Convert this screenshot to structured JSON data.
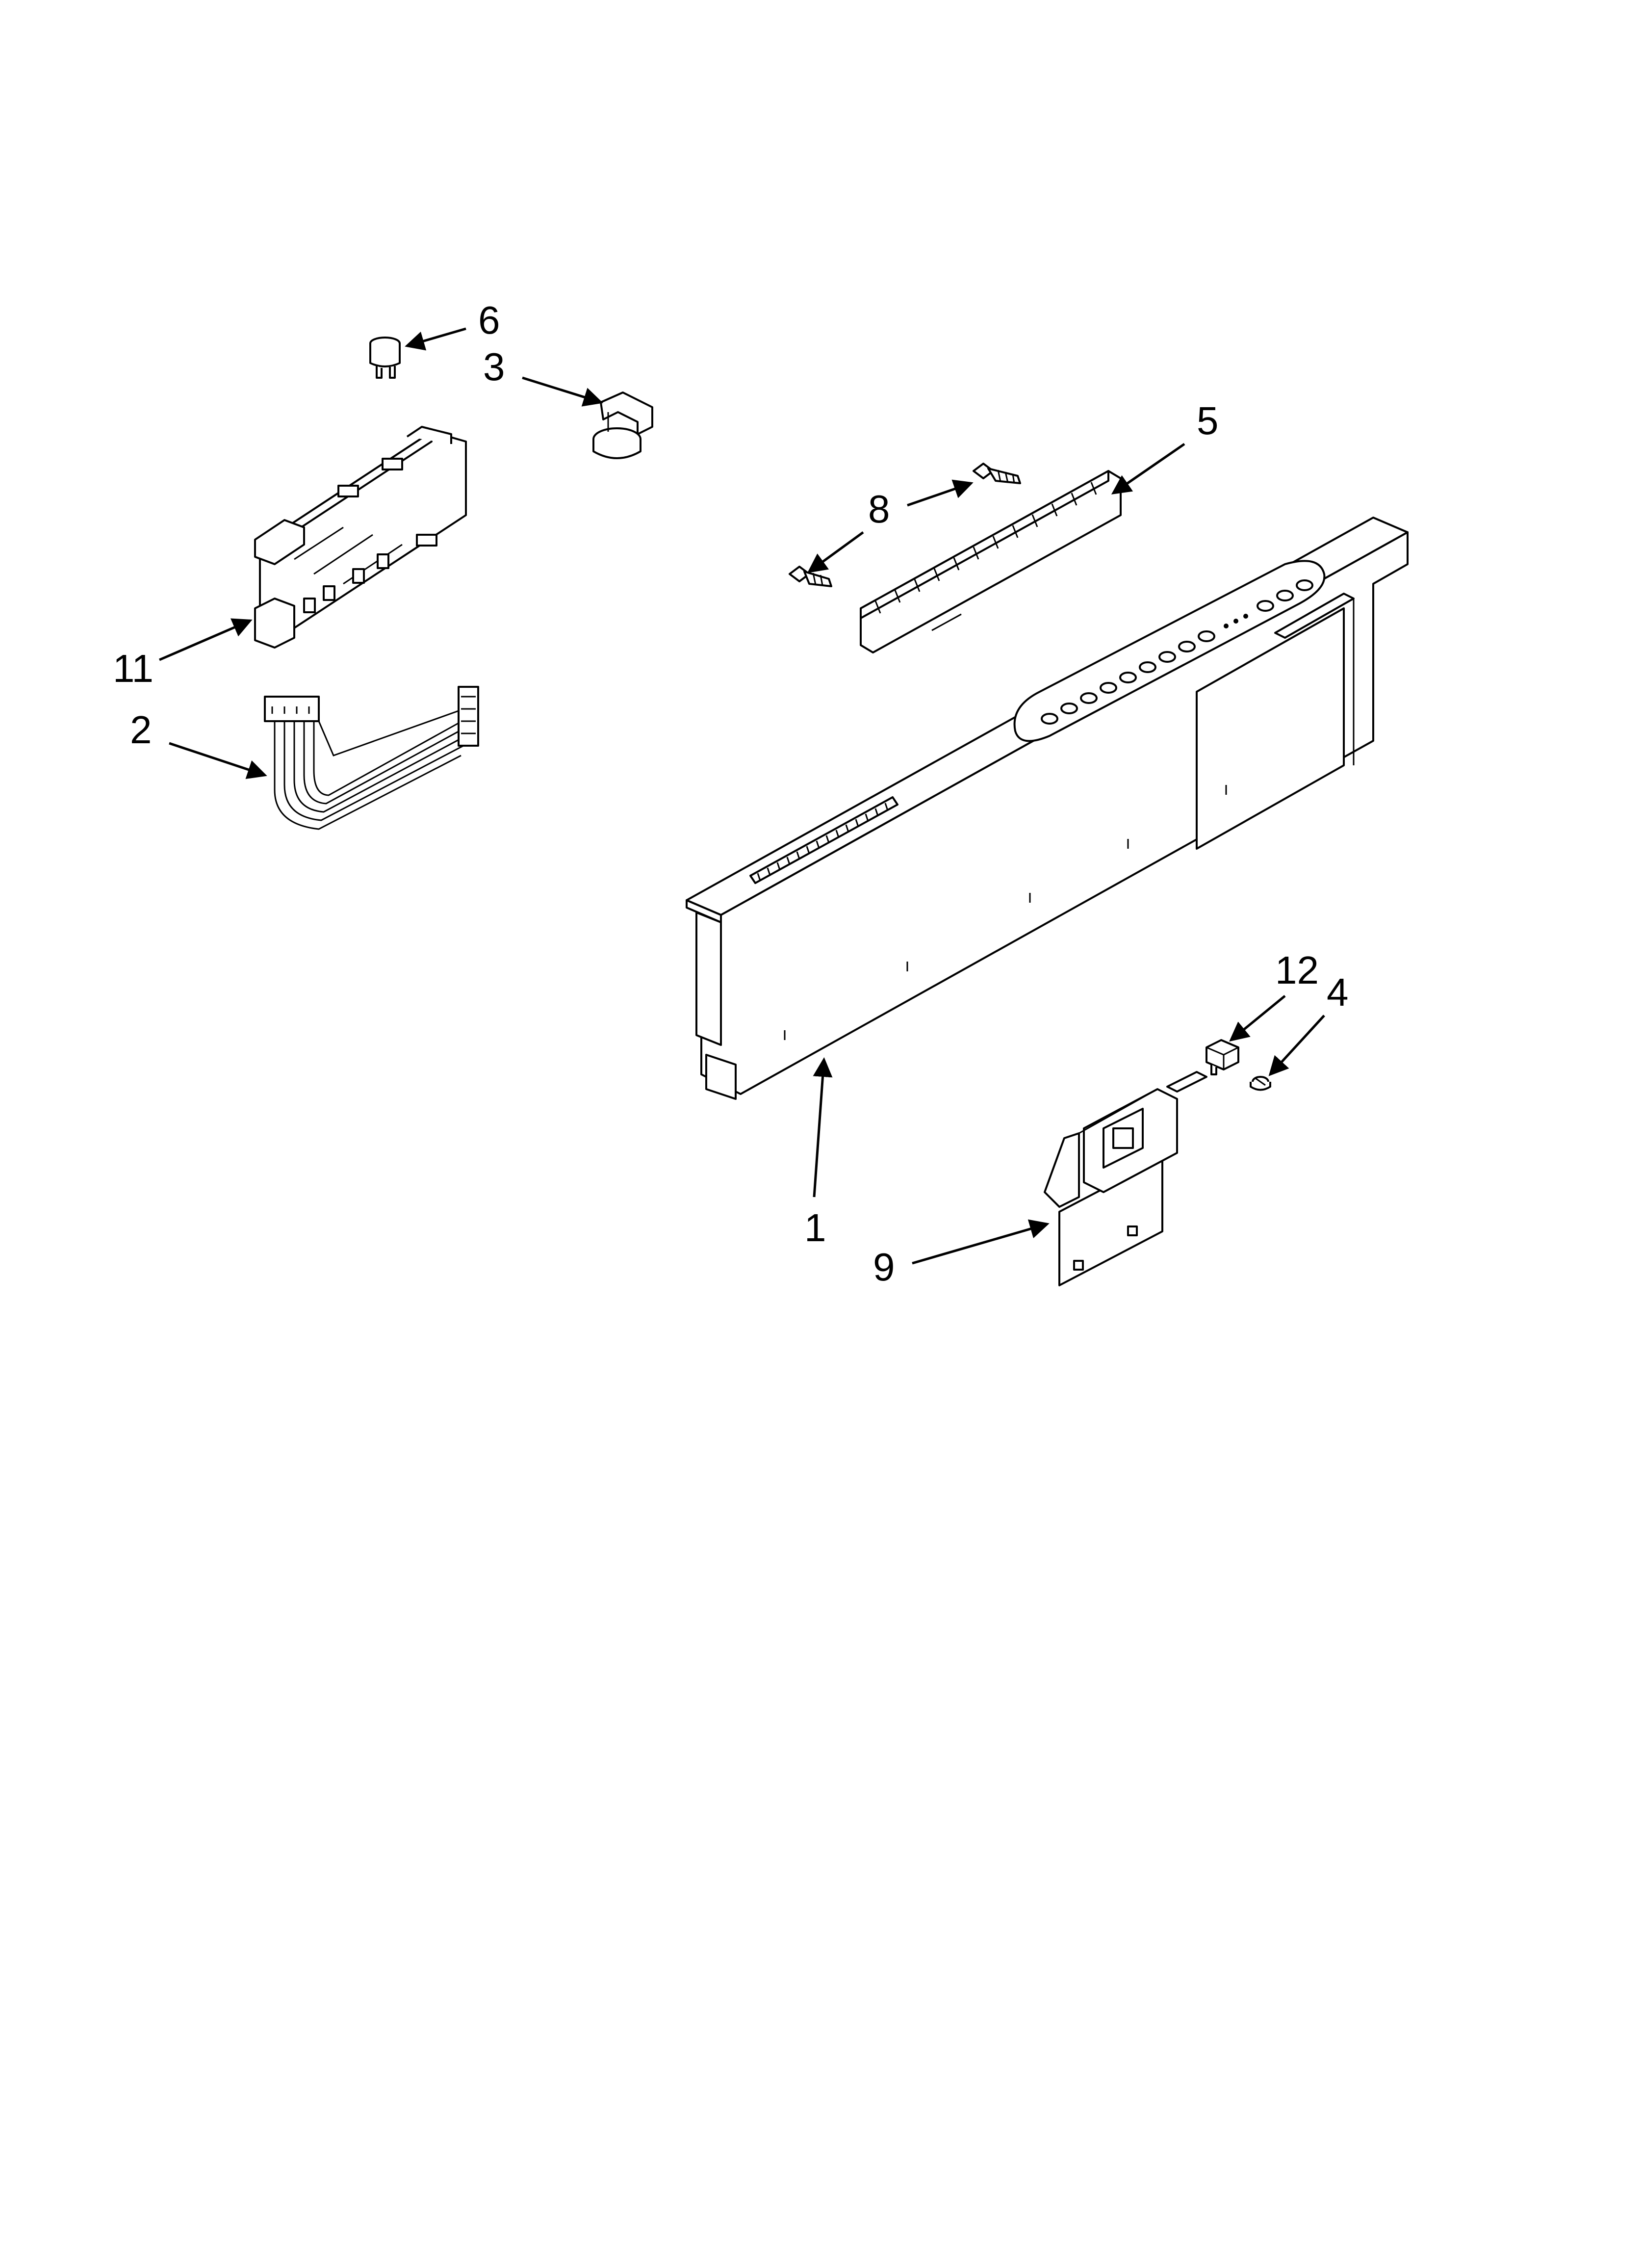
{
  "diagram": {
    "callouts": [
      {
        "id": "1",
        "label": "1"
      },
      {
        "id": "2",
        "label": "2"
      },
      {
        "id": "3",
        "label": "3"
      },
      {
        "id": "4",
        "label": "4"
      },
      {
        "id": "5",
        "label": "5"
      },
      {
        "id": "6",
        "label": "6"
      },
      {
        "id": "8",
        "label": "8"
      },
      {
        "id": "9",
        "label": "9"
      },
      {
        "id": "11",
        "label": "11"
      },
      {
        "id": "12",
        "label": "12"
      }
    ],
    "colors": {
      "line": "#000000",
      "background": "#ffffff"
    }
  }
}
